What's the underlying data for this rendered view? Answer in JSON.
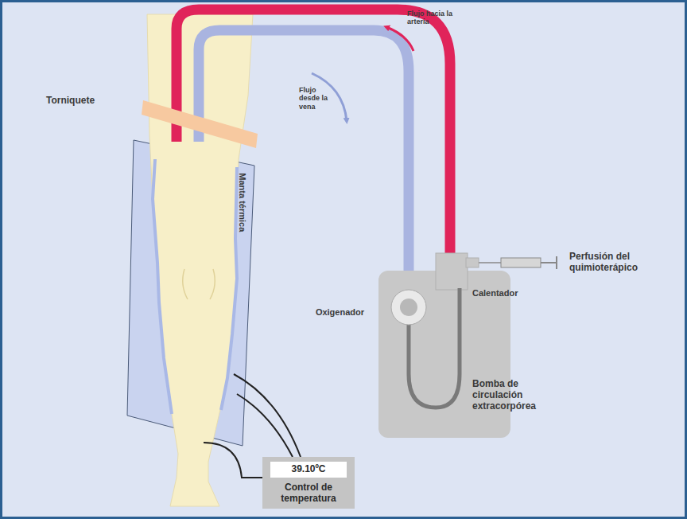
{
  "diagram": {
    "nodes": [
      {
        "text": [
          "Control de temperatura"
        ]
      },
      {
        "text": [
          "39.10ºC"
        ],
        "in": 0
      }
    ],
    "labels": [
      "Torniquete",
      "Flujo hacia la arteria",
      "Flujo desde la vena",
      "Manta térmica",
      "Perfusión del quimioterápico",
      "Calentador",
      "Oxigenador",
      "Bomba de circulación extracorpórea"
    ]
  }
}
